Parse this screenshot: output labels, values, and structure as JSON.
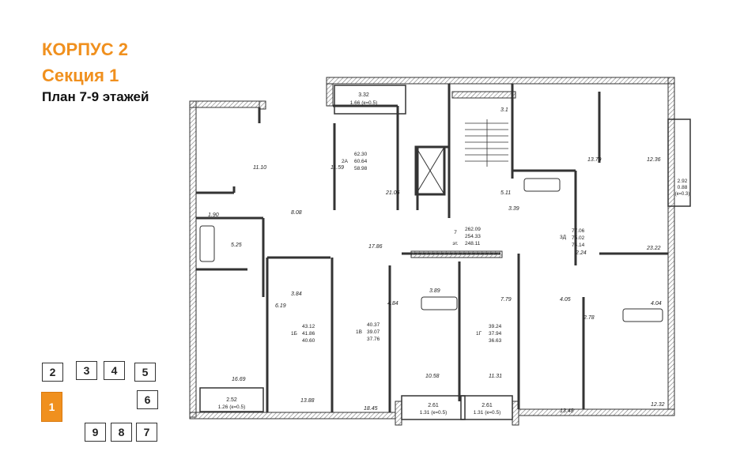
{
  "title": {
    "building": "КОРПУС 2",
    "section": "Секция 1",
    "floors": "План 7-9 этажей"
  },
  "colors": {
    "accent": "#f0901e",
    "wall": "#333333",
    "hatch": "#8c8c8c"
  },
  "plan": {
    "balconies": [
      {
        "area": "3.32",
        "reduced": "1.66 (к=0.5)"
      },
      {
        "area": "2.52",
        "reduced": "1.26 (к=0.5)"
      },
      {
        "area": "2.61",
        "reduced": "1.31 (к=0.5)"
      },
      {
        "area": "2.61",
        "reduced": "1.31 (к=0.5)"
      },
      {
        "area": "2.92",
        "reduced": "0.88",
        "coef": "(к=0.3)"
      }
    ],
    "apartments": [
      {
        "type": "2А",
        "values": [
          "62.30",
          "60.64",
          "58.98"
        ]
      },
      {
        "type": "3Д",
        "values": [
          "77.06",
          "75.02",
          "74.14"
        ]
      },
      {
        "type": "1Б",
        "values": [
          "43.12",
          "41.86",
          "40.60"
        ]
      },
      {
        "type": "1В",
        "values": [
          "40.37",
          "39.07",
          "37.76"
        ]
      },
      {
        "type": "1Г",
        "values": [
          "39.24",
          "37.94",
          "36.63"
        ]
      }
    ],
    "floor_summary": {
      "floor": "7",
      "label": "эт.",
      "values": [
        "262.09",
        "254.33",
        "248.11"
      ]
    },
    "rooms": [
      "3.1",
      "11.10",
      "11.59",
      "21.06",
      "5.11",
      "13.79",
      "12.36",
      "1.90",
      "8.08",
      "3.39",
      "5.25",
      "17.86",
      "2.24",
      "23.22",
      "6.19",
      "3.84",
      "4.84",
      "3.89",
      "7.79",
      "4.05",
      "4.04",
      "2.78",
      "16.69",
      "13.88",
      "18.45",
      "10.58",
      "11.31",
      "13.48",
      "12.32"
    ]
  },
  "section_key": [
    "2",
    "3",
    "4",
    "5",
    "1",
    "6",
    "9",
    "8",
    "7"
  ]
}
